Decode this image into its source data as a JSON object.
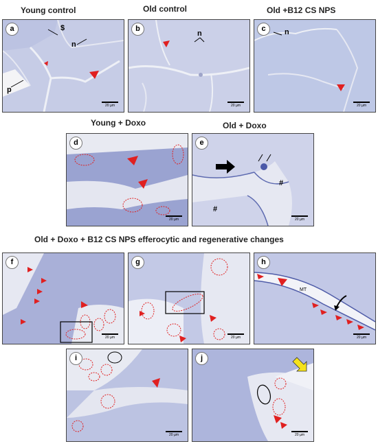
{
  "titles": {
    "young_control": "Young control",
    "old_control": "Old control",
    "old_b12": "Old +B12 CS NPS",
    "young_doxo": "Young + Doxo",
    "old_doxo": "Old + Doxo",
    "old_doxo_b12": "Old + Doxo +  B12 CS NPS   efferocytic and regenerative changes"
  },
  "panels": {
    "a": {
      "letter": "a",
      "scale": "20 µm",
      "labels": {
        "dollar": "$",
        "n": "n",
        "p": "p"
      }
    },
    "b": {
      "letter": "b",
      "scale": "20 µm",
      "labels": {
        "n": "n"
      }
    },
    "c": {
      "letter": "c",
      "scale": "20 µm",
      "labels": {
        "n": "n"
      }
    },
    "d": {
      "letter": "d",
      "scale": "20 µm"
    },
    "e": {
      "letter": "e",
      "scale": "20 µm",
      "labels": {
        "hash1": "#",
        "hash2": "#"
      }
    },
    "f": {
      "letter": "f",
      "scale": "20 µm"
    },
    "g": {
      "letter": "g",
      "scale": "20 µm"
    },
    "h": {
      "letter": "h",
      "scale": "20 µm",
      "labels": {
        "mt": "MT"
      }
    },
    "i": {
      "letter": "i",
      "scale": "20 µm"
    },
    "j": {
      "letter": "j",
      "scale": "20 µm"
    }
  },
  "colors": {
    "tissue": "#c9cfe6",
    "arrowhead": "#e02020",
    "outline": "#e02020",
    "yellow_arrow": "#f5e21a"
  }
}
